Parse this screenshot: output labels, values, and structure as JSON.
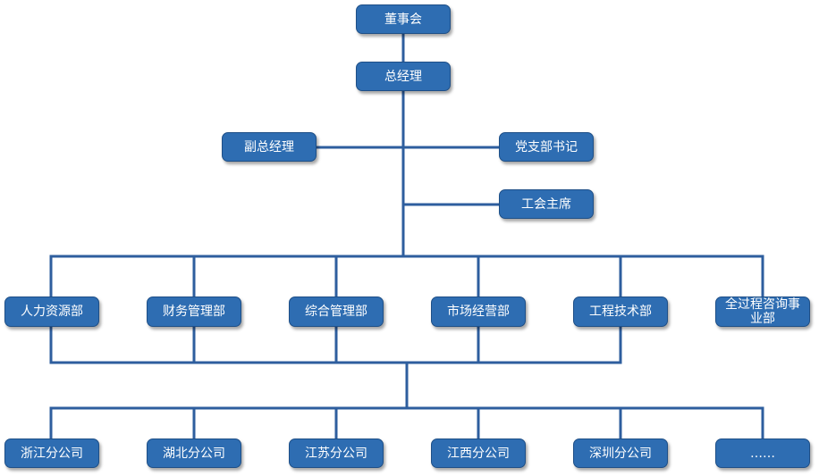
{
  "org_chart": {
    "top": {
      "board": "董事会",
      "general_manager": "总经理",
      "deputy_gm": "副总经理",
      "party_secretary": "党支部书记",
      "union_chair": "工会主席"
    },
    "departments": [
      "人力资源部",
      "财务管理部",
      "综合管理部",
      "市场经营部",
      "工程技术部",
      "全过程咨询事业部"
    ],
    "branches": [
      "浙江分公司",
      "湖北分公司",
      "江苏分公司",
      "江西分公司",
      "深圳分公司",
      "……"
    ],
    "colors": {
      "node_fill": "#2e6db2",
      "node_border": "#1e4f87",
      "connector": "#2e5e9e",
      "text": "#ffffff"
    }
  }
}
